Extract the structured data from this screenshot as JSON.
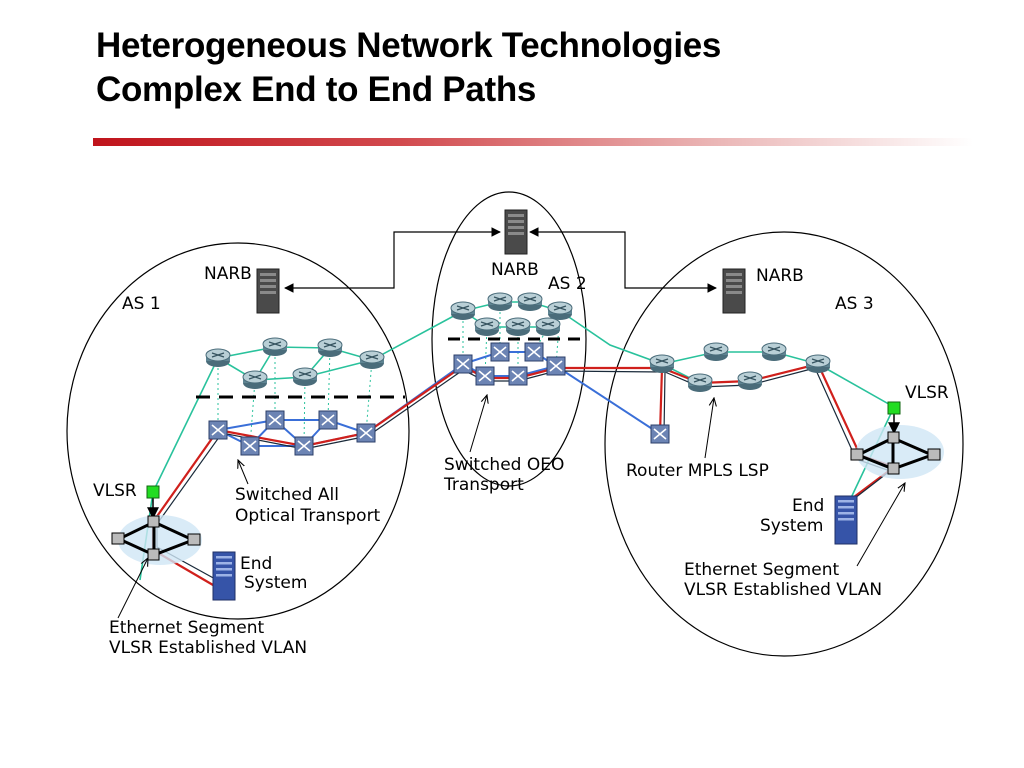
{
  "slide": {
    "title_line1": "Heterogeneous Network Technologies",
    "title_line2": "Complex End to End Paths"
  },
  "diagram": {
    "domains": [
      "AS 1",
      "AS 2",
      "AS 3"
    ],
    "narb": "NARB",
    "vlsr": "VLSR",
    "end_system": [
      "End",
      "System"
    ],
    "as1_annotation": [
      "Switched All",
      "Optical Transport"
    ],
    "as2_annotation": [
      "Switched OEO",
      "Transport"
    ],
    "as3_annotation": "Router MPLS LSP",
    "ethernet_annotation": [
      "Ethernet Segment",
      "VLSR Established VLAN"
    ]
  },
  "colors": {
    "title_rule": "#c0141c",
    "ip_link": "#29c29c",
    "optical_link": "#3a6fd8",
    "path_red": "#d0201c",
    "path_dark": "#1a2a3a",
    "vlsr_node": "#22dd22"
  }
}
